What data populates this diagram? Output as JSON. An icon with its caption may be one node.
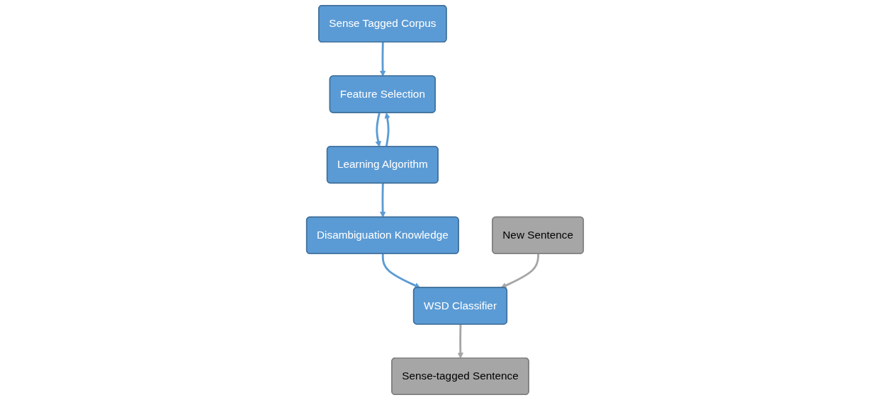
{
  "diagram": {
    "nodes": [
      {
        "text": [
          "Sense Tagged Corpus"
        ]
      },
      {
        "text": [
          "Feature Selection"
        ]
      },
      {
        "text": [
          "Learning Algorithm"
        ]
      },
      {
        "text": [
          "Disambiguation Knowledge"
        ]
      },
      {
        "text": [
          "New Sentence"
        ]
      },
      {
        "text": [
          "WSD Classifier"
        ]
      },
      {
        "text": [
          "Sense-tagged Sentence"
        ]
      }
    ],
    "edges": [
      {
        "from": 0,
        "to": 1,
        "arrow": "to"
      },
      {
        "from": 1,
        "to": 2,
        "arrow": "to"
      },
      {
        "from": 2,
        "to": 1,
        "arrow": "to"
      },
      {
        "from": 2,
        "to": 3,
        "arrow": "to"
      },
      {
        "from": 3,
        "to": 5,
        "arrow": "to"
      },
      {
        "from": 4,
        "to": 5,
        "arrow": "to",
        "color": "#a6a6a6"
      },
      {
        "from": 5,
        "to": 6,
        "arrow": "to",
        "color": "#a6a6a6"
      }
    ]
  }
}
